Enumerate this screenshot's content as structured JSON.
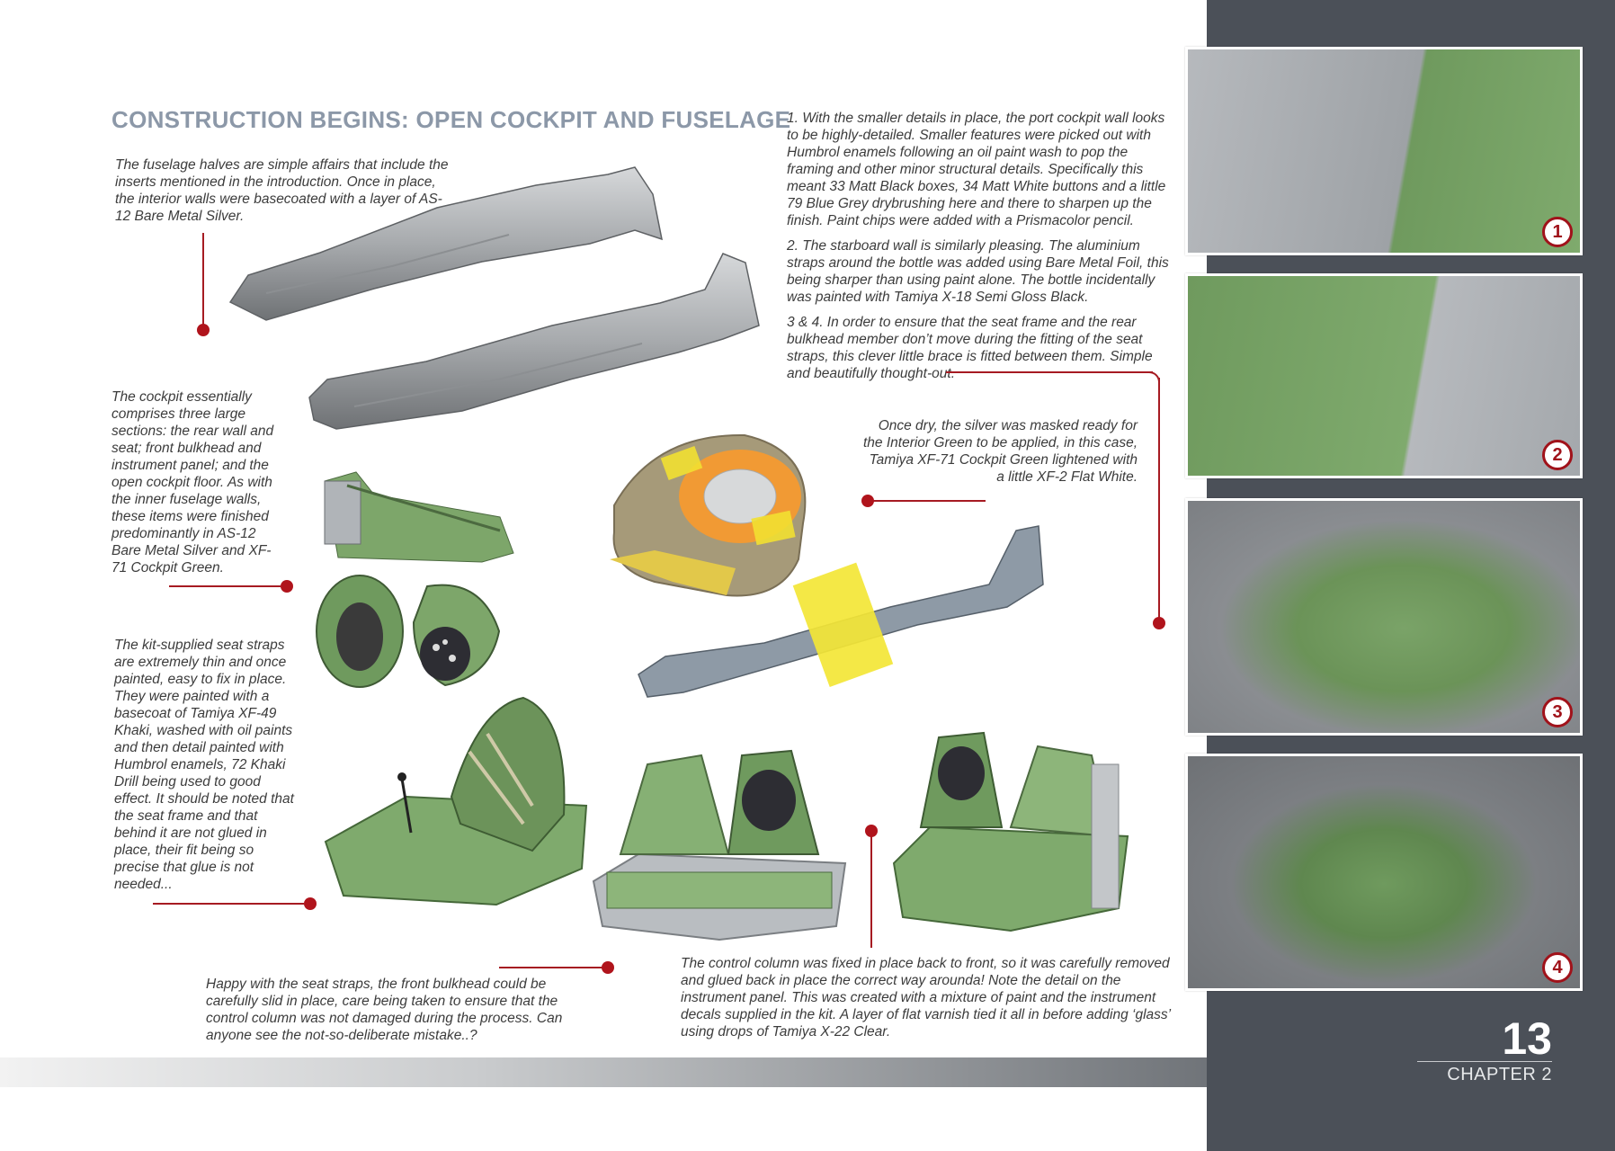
{
  "heading": "CONSTRUCTION BEGINS: OPEN COCKPIT AND FUSELAGE",
  "captions": {
    "fuselage_halves": "The fuselage halves are simple affairs that include the inserts mentioned in the introduction. Once in place, the interior walls were basecoated with a layer of AS-12 Bare Metal Silver.",
    "cockpit_sections": "The cockpit essentially comprises three large sections: the rear wall and seat; front bulkhead and instrument panel; and the open cockpit floor. As with the inner fuselage walls, these items were finished predominantly in AS-12 Bare Metal Silver and XF-71 Cockpit Green.",
    "seat_straps": "The kit-supplied seat straps are extremely thin and once painted, easy to fix in place. They were painted with a basecoat of Tamiya XF-49 Khaki, washed with oil paints and then detail painted with Humbrol enamels, 72 Khaki Drill being used to good effect. It should be noted that the seat frame and that behind it are not glued in place, their fit being so precise that glue is not needed...",
    "front_bulkhead": "Happy with the seat straps, the front bulkhead could be carefully slid in place, care being taken to ensure that the control column was not damaged during the process. Can anyone see the not-so-deliberate mistake..?",
    "control_column": "The control column was fixed in place back to front,  so it was carefully removed and glued back in place the correct way arounda! Note the detail on the instrument panel. This was created with a mixture of paint and the instrument decals supplied in the kit. A layer of flat varnish tied it all in before adding ‘glass’ using drops of Tamiya X-22 Clear.",
    "masked": "Once dry, the silver was masked ready for the Interior Green to be applied, in this case, Tamiya XF-71 Cockpit Green lightened with a little XF-2 Flat White.",
    "numbered": [
      "1. With the smaller details in place, the port cockpit wall looks to be highly-detailed. Smaller features were picked out with Humbrol enamels following an oil paint wash to pop the framing and other minor structural details. Specifically this meant 33 Matt Black boxes, 34 Matt White buttons and a little 79 Blue Grey drybrushing here and there to sharpen up the finish. Paint chips were added with a Prismacolor pencil.",
      "2. The starboard wall is similarly pleasing. The aluminium straps around the bottle was added using Bare Metal Foil, this being sharper than using paint alone. The bottle incidentally was painted with Tamiya X-18 Semi Gloss Black.",
      "3 & 4. In order to ensure that the seat frame and the rear bulkhead member don’t move during the fitting of the seat straps, this clever little brace is fitted between them. Simple and beautifully thought-out."
    ]
  },
  "photo_badges": [
    "1",
    "2",
    "3",
    "4"
  ],
  "footer": {
    "page_number": "13",
    "chapter": "CHAPTER 2"
  },
  "colors": {
    "accent": "#a61b22",
    "heading": "#8c98a8",
    "sidebar": "#4b5058",
    "cockpit_green": "#6f9a5e",
    "silver": "#a9acb0"
  }
}
